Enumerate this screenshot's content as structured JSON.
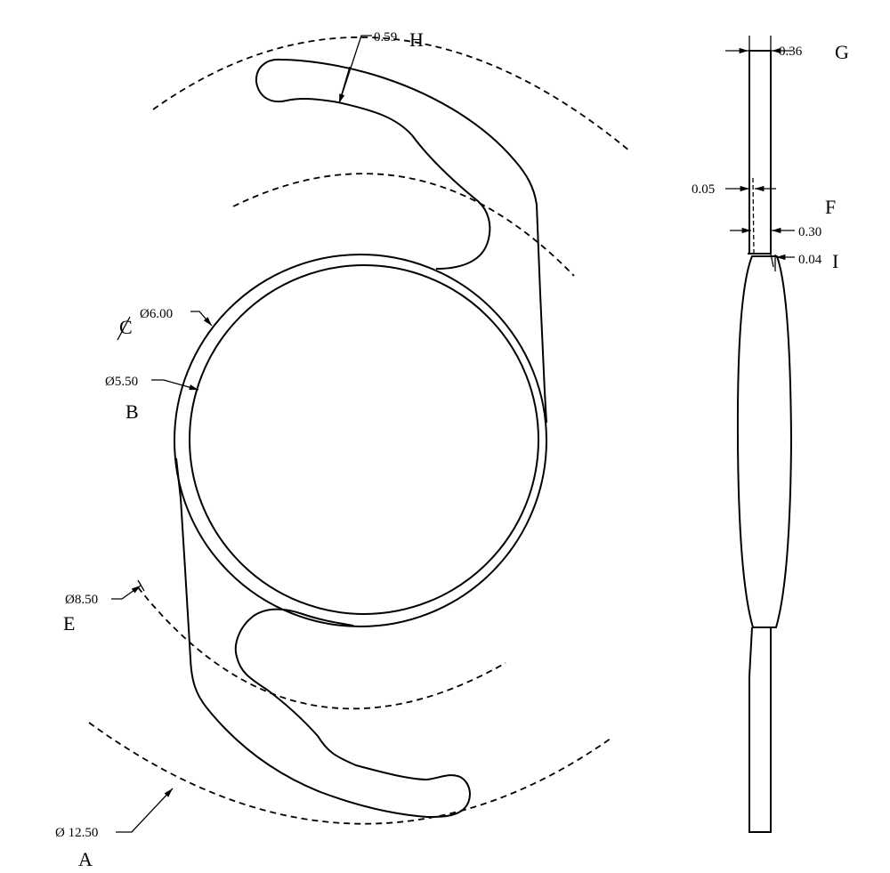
{
  "front_view": {
    "dim_H": {
      "value": "0.59",
      "letter": "H"
    },
    "dim_A": {
      "value": "Ø 12.50",
      "letter": "A"
    },
    "dim_E": {
      "value": "Ø8.50",
      "letter": "E"
    },
    "dim_C": {
      "value": "Ø6.00",
      "letter": "C"
    },
    "dim_B": {
      "value": "Ø5.50",
      "letter": "B"
    }
  },
  "side_view": {
    "dim_G": {
      "value": "0.36",
      "letter": "G"
    },
    "dim_F": {
      "value_top": "0.05",
      "value_bottom": "0.30",
      "letter": "F"
    },
    "dim_I": {
      "value": "0.04",
      "letter": "I"
    }
  },
  "colors": {
    "line": "#000000",
    "background": "#ffffff"
  }
}
